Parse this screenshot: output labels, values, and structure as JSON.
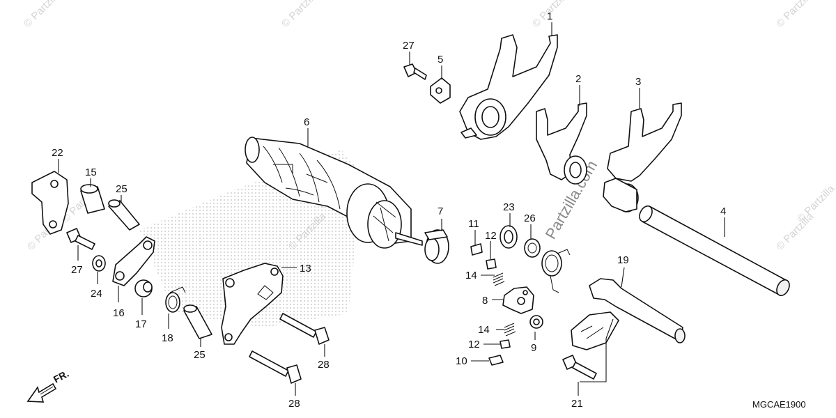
{
  "diagram": {
    "code": "MGCAE1900",
    "direction_label": "FR.",
    "watermark_text": "© Partzilla",
    "center_watermark": "Partzilla.com",
    "callouts": [
      "1",
      "2",
      "3",
      "4",
      "5",
      "6",
      "7",
      "8",
      "9",
      "10",
      "11",
      "12",
      "12",
      "13",
      "14",
      "14",
      "15",
      "16",
      "17",
      "18",
      "19",
      "21",
      "22",
      "23",
      "24",
      "25",
      "25",
      "26",
      "27",
      "27",
      "28",
      "28"
    ]
  },
  "colors": {
    "line": "#111111",
    "watermark": "#d4d4d4",
    "halftone": "#c8c8c8"
  }
}
